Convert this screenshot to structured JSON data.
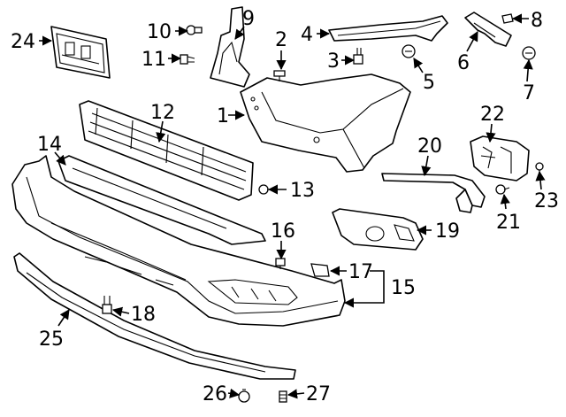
{
  "diagram": {
    "callouts": [
      {
        "id": "p1",
        "text": "1"
      },
      {
        "id": "p2",
        "text": "2"
      },
      {
        "id": "p3",
        "text": "3"
      },
      {
        "id": "p4",
        "text": "4"
      },
      {
        "id": "p5",
        "text": "5"
      },
      {
        "id": "p6",
        "text": "6"
      },
      {
        "id": "p7",
        "text": "7"
      },
      {
        "id": "p8",
        "text": "8"
      },
      {
        "id": "p9",
        "text": "9"
      },
      {
        "id": "p10",
        "text": "10"
      },
      {
        "id": "p11",
        "text": "11"
      },
      {
        "id": "p12",
        "text": "12"
      },
      {
        "id": "p13",
        "text": "13"
      },
      {
        "id": "p14",
        "text": "14"
      },
      {
        "id": "p15",
        "text": "15"
      },
      {
        "id": "p16",
        "text": "16"
      },
      {
        "id": "p17",
        "text": "17"
      },
      {
        "id": "p18",
        "text": "18"
      },
      {
        "id": "p19",
        "text": "19"
      },
      {
        "id": "p20",
        "text": "20"
      },
      {
        "id": "p21",
        "text": "21"
      },
      {
        "id": "p22",
        "text": "22"
      },
      {
        "id": "p23",
        "text": "23"
      },
      {
        "id": "p24",
        "text": "24"
      },
      {
        "id": "p25",
        "text": "25"
      },
      {
        "id": "p26",
        "text": "26"
      },
      {
        "id": "p27",
        "text": "27"
      }
    ]
  }
}
